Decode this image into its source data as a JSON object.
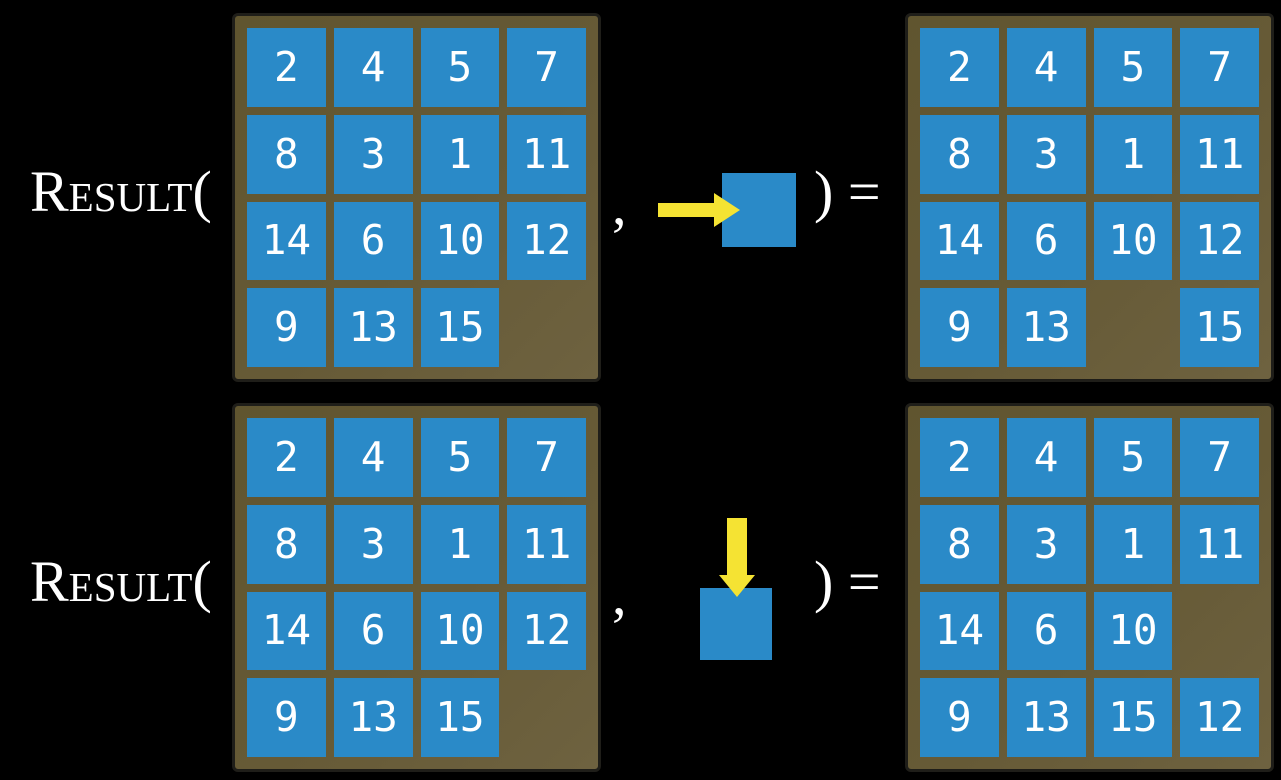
{
  "figure": {
    "description": "Two examples of the RESULT function applied to a 15-puzzle sliding-tile board",
    "function_name": "Result"
  },
  "colors": {
    "background": "#000000",
    "board_brown": "#655936",
    "board_border": "#1f1e19",
    "tile_blue": "#2a8ac8",
    "arrow_yellow": "#f5e333",
    "text_white": "#ffffff"
  },
  "examples": [
    {
      "function_label": "Result(",
      "comma": ",",
      "action": {
        "icon": "right-arrow",
        "direction": "right",
        "operand": "blank-square"
      },
      "close_label": ") =",
      "input_board": [
        [
          2,
          4,
          5,
          7
        ],
        [
          8,
          3,
          1,
          11
        ],
        [
          14,
          6,
          10,
          12
        ],
        [
          9,
          13,
          15,
          null
        ]
      ],
      "output_board": [
        [
          2,
          4,
          5,
          7
        ],
        [
          8,
          3,
          1,
          11
        ],
        [
          14,
          6,
          10,
          12
        ],
        [
          9,
          13,
          null,
          15
        ]
      ]
    },
    {
      "function_label": "Result(",
      "comma": ",",
      "action": {
        "icon": "down-arrow",
        "direction": "down",
        "operand": "blank-square"
      },
      "close_label": ") =",
      "input_board": [
        [
          2,
          4,
          5,
          7
        ],
        [
          8,
          3,
          1,
          11
        ],
        [
          14,
          6,
          10,
          12
        ],
        [
          9,
          13,
          15,
          null
        ]
      ],
      "output_board": [
        [
          2,
          4,
          5,
          7
        ],
        [
          8,
          3,
          1,
          11
        ],
        [
          14,
          6,
          10,
          null
        ],
        [
          9,
          13,
          15,
          12
        ]
      ]
    }
  ]
}
